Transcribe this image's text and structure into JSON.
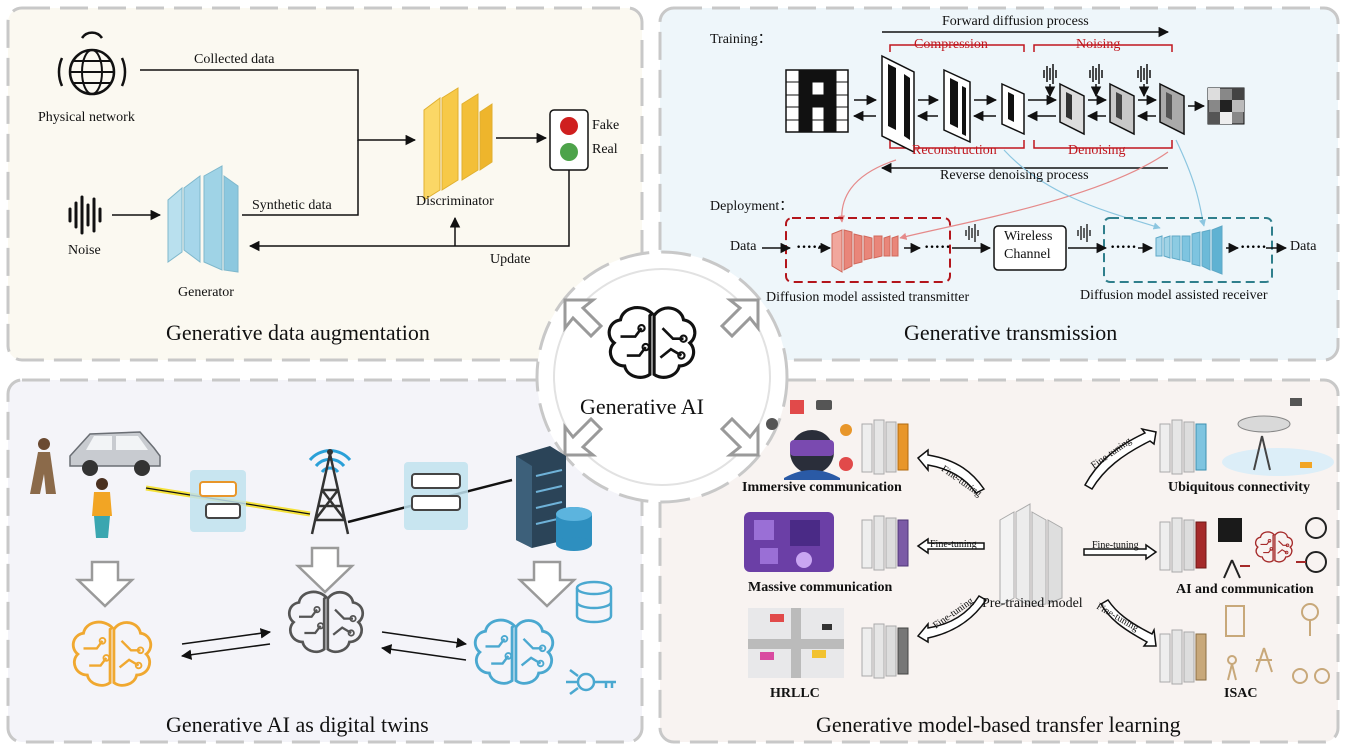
{
  "center": {
    "title": "Generative AI"
  },
  "panels": {
    "augmentation": {
      "title": "Generative data augmentation",
      "physical_network": "Physical network",
      "collected_data": "Collected data",
      "noise": "Noise",
      "generator": "Generator",
      "synthetic_data": "Synthetic data",
      "discriminator": "Discriminator",
      "fake": "Fake",
      "real": "Real",
      "update": "Update"
    },
    "transmission": {
      "title": "Generative transmission",
      "training": "Training：",
      "forward": "Forward diffusion process",
      "compression": "Compression",
      "noising": "Noising",
      "reconstruction": "Reconstruction",
      "denoising": "Denoising",
      "reverse": "Reverse denoising process",
      "deployment": "Deployment：",
      "data_in": "Data",
      "data_out": "Data",
      "wireless_channel": [
        "Wireless",
        "Channel"
      ],
      "transmitter": "Diffusion model assisted transmitter",
      "receiver": "Diffusion model assisted receiver"
    },
    "digital_twins": {
      "title": "Generative AI as digital twins"
    },
    "transfer": {
      "title": "Generative model-based transfer learning",
      "immersive": "Immersive communication",
      "massive": "Massive communication",
      "hrllc": "HRLLC",
      "pretrained": "Pre-trained model",
      "ubiquitous": "Ubiquitous connectivity",
      "ai_comm": "AI and communication",
      "isac": "ISAC",
      "fine_tuning": "Fine-tuning"
    }
  },
  "colors": {
    "panel_tl": "#fbf9f1",
    "panel_tr": "#eef6fa",
    "panel_bl": "#f4f4f9",
    "panel_br": "#f8f3f1",
    "generator": "#9fd3e6",
    "discriminator": "#f7c948",
    "tx_model": "#e9867a",
    "rx_model": "#7ec4e0",
    "brain_orange": "#f0a830",
    "brain_blue": "#4aa8d0",
    "red_label": "#c0171e"
  }
}
